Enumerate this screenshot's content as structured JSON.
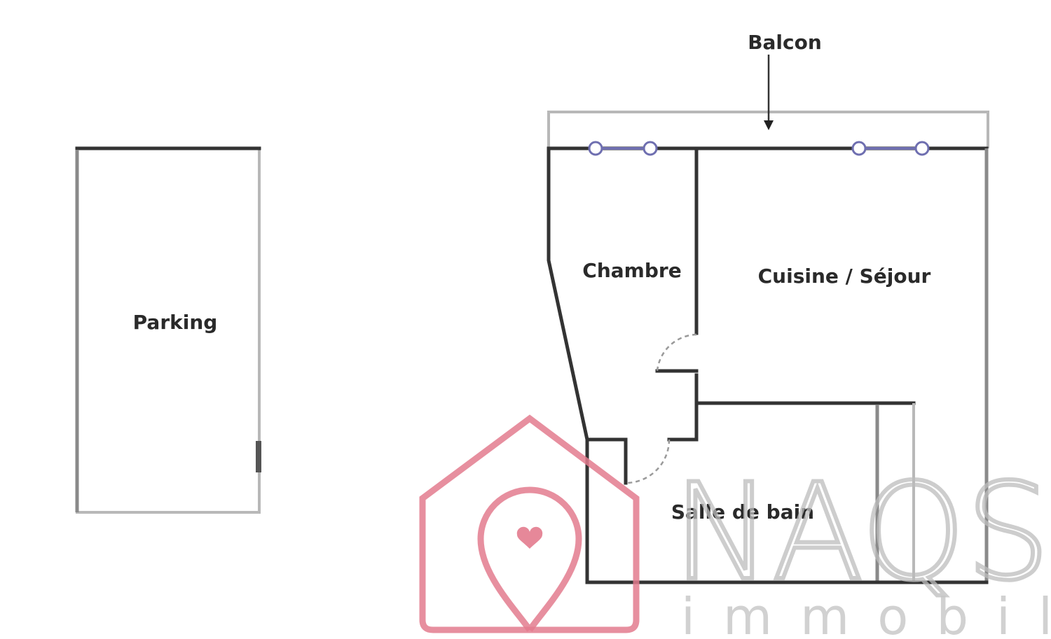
{
  "rooms": {
    "parking": "Parking",
    "balcon": "Balcon",
    "chambre": "Chambre",
    "cuisine_sejour": "Cuisine / Séjour",
    "salle_de_bain": "Salle de bain"
  },
  "watermark": {
    "brand": "NAQS",
    "subtitle": "immobilier",
    "accent_color": "#e37b8e",
    "icon": "house-pin-heart-icon"
  }
}
